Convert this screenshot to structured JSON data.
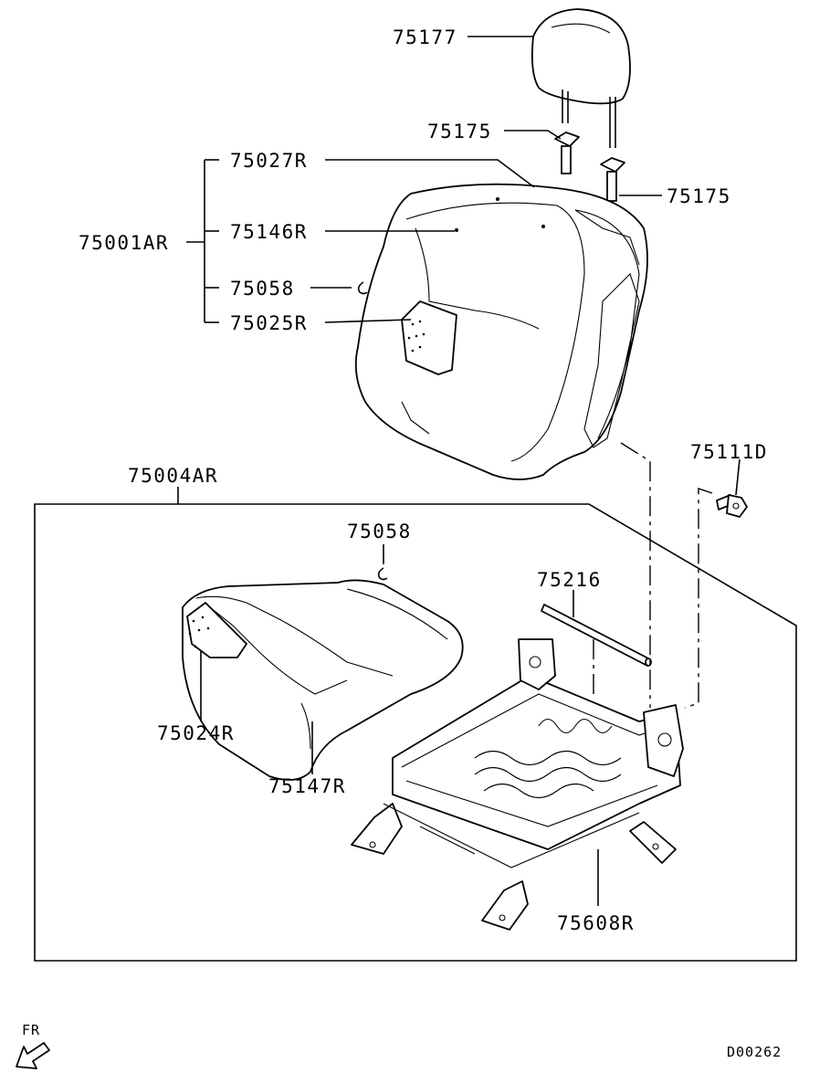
{
  "callouts": {
    "headrest": "75177",
    "guide_left": "75175",
    "guide_right": "75175",
    "back_assy": "75001AR",
    "back_frame": "75027R",
    "back_cover": "75146R",
    "back_clip": "75058",
    "back_pad": "75025R",
    "cushion_assy": "75004AR",
    "cushion_clip": "75058",
    "rod": "75216",
    "bolt": "75111D",
    "cushion_pad": "75024R",
    "cushion_cover": "75147R",
    "adjuster": "75608R"
  },
  "direction_label": "FR",
  "drawing_code": "D00262"
}
